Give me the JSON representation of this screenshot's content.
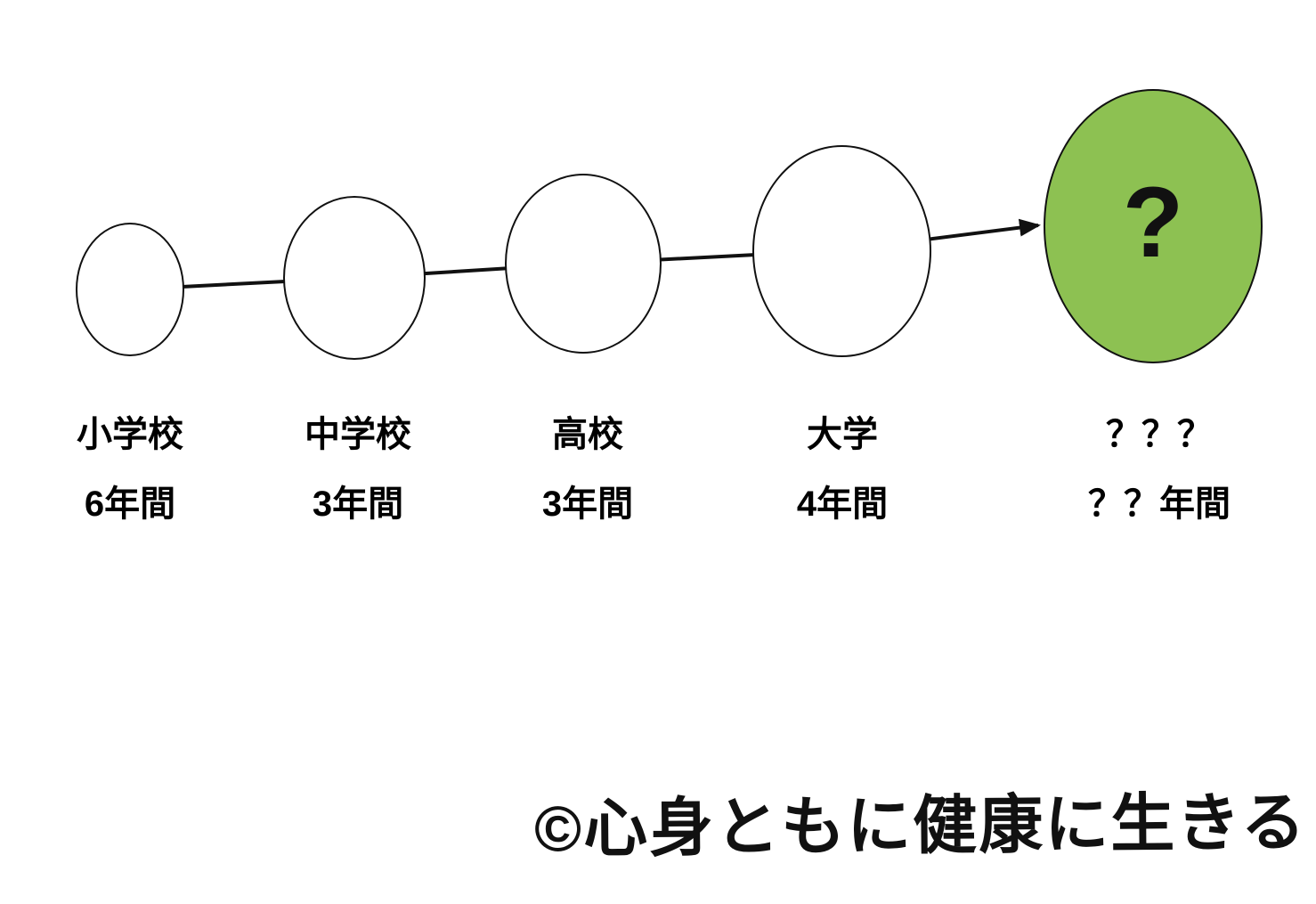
{
  "diagram": {
    "stages": [
      {
        "name": "elementary-school",
        "label": "小学校",
        "duration": "6年間",
        "circle_text": ""
      },
      {
        "name": "junior-high-school",
        "label": "中学校",
        "duration": "3年間",
        "circle_text": ""
      },
      {
        "name": "high-school",
        "label": "高校",
        "duration": "3年間",
        "circle_text": ""
      },
      {
        "name": "university",
        "label": "大学",
        "duration": "4年間",
        "circle_text": ""
      },
      {
        "name": "unknown-future",
        "label": "？？？",
        "duration": "？？年間",
        "circle_text": "?"
      }
    ],
    "colors": {
      "highlight_green": "#8dc152",
      "stroke": "#111111"
    },
    "footer": "©心身ともに健康に生きる"
  }
}
